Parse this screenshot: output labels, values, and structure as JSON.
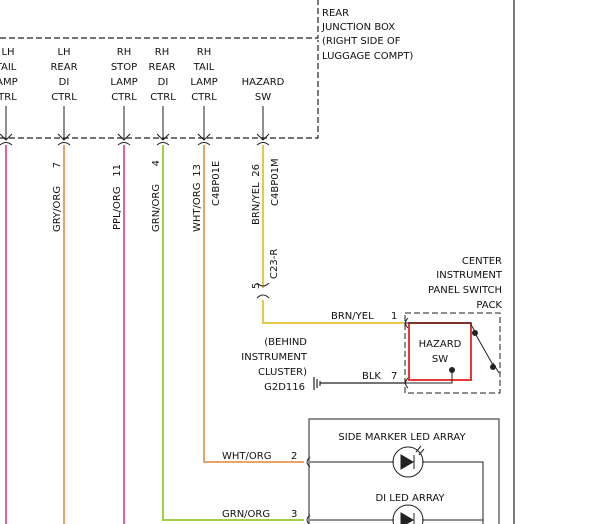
{
  "rear_junction_box": {
    "title_lines": [
      "REAR",
      "JUNCTION BOX",
      "(RIGHT SIDE OF",
      "LUGGAGE COMPT)"
    ],
    "circuits": [
      {
        "lines": [
          "LH",
          "TAIL",
          "LAMP",
          "CTRL"
        ]
      },
      {
        "lines": [
          "LH",
          "REAR",
          "DI",
          "CTRL"
        ]
      },
      {
        "lines": [
          "RH",
          "STOP",
          "LAMP",
          "CTRL"
        ]
      },
      {
        "lines": [
          "RH",
          "REAR",
          "DI",
          "CTRL"
        ]
      },
      {
        "lines": [
          "RH",
          "TAIL",
          "LAMP",
          "CTRL"
        ]
      },
      {
        "lines": [
          "HAZARD",
          "SW"
        ]
      }
    ]
  },
  "wires": [
    {
      "pin": "7",
      "color": "GRY/ORG",
      "stroke": "#e9a46c"
    },
    {
      "pin": "11",
      "color": "PPL/ORG",
      "stroke": "#e0649e"
    },
    {
      "pin": "4",
      "color": "GRN/ORG",
      "stroke": "#9dd14a"
    },
    {
      "pin": "13",
      "color": "WHT/ORG",
      "stroke": "#e9a46c",
      "connector": "C4BP01E"
    },
    {
      "pin": "26",
      "color": "BRN/YEL",
      "stroke": "#e8c844",
      "connector": "C4BP01M"
    }
  ],
  "inline_connector": {
    "pin": "5",
    "name": "C23-R"
  },
  "center_switch_pack": {
    "title_lines": [
      "CENTER",
      "INSTRUMENT",
      "PANEL SWITCH",
      "PACK"
    ],
    "switch_lines": [
      "HAZARD",
      "SW"
    ],
    "pin1": {
      "pin": "1",
      "color": "BRN/YEL"
    },
    "pin7": {
      "pin": "7",
      "color": "BLK"
    }
  },
  "ground": {
    "location_lines": [
      "(BEHIND",
      "INSTRUMENT",
      "CLUSTER)"
    ],
    "name": "G2D116"
  },
  "led_module": {
    "side_marker": "SIDE MARKER LED ARRAY",
    "di_array": "DI LED ARRAY",
    "pin2": {
      "pin": "2",
      "color": "WHT/ORG"
    },
    "pin3": {
      "pin": "3",
      "color": "GRN/ORG"
    }
  },
  "highlight_color": "#e53935"
}
